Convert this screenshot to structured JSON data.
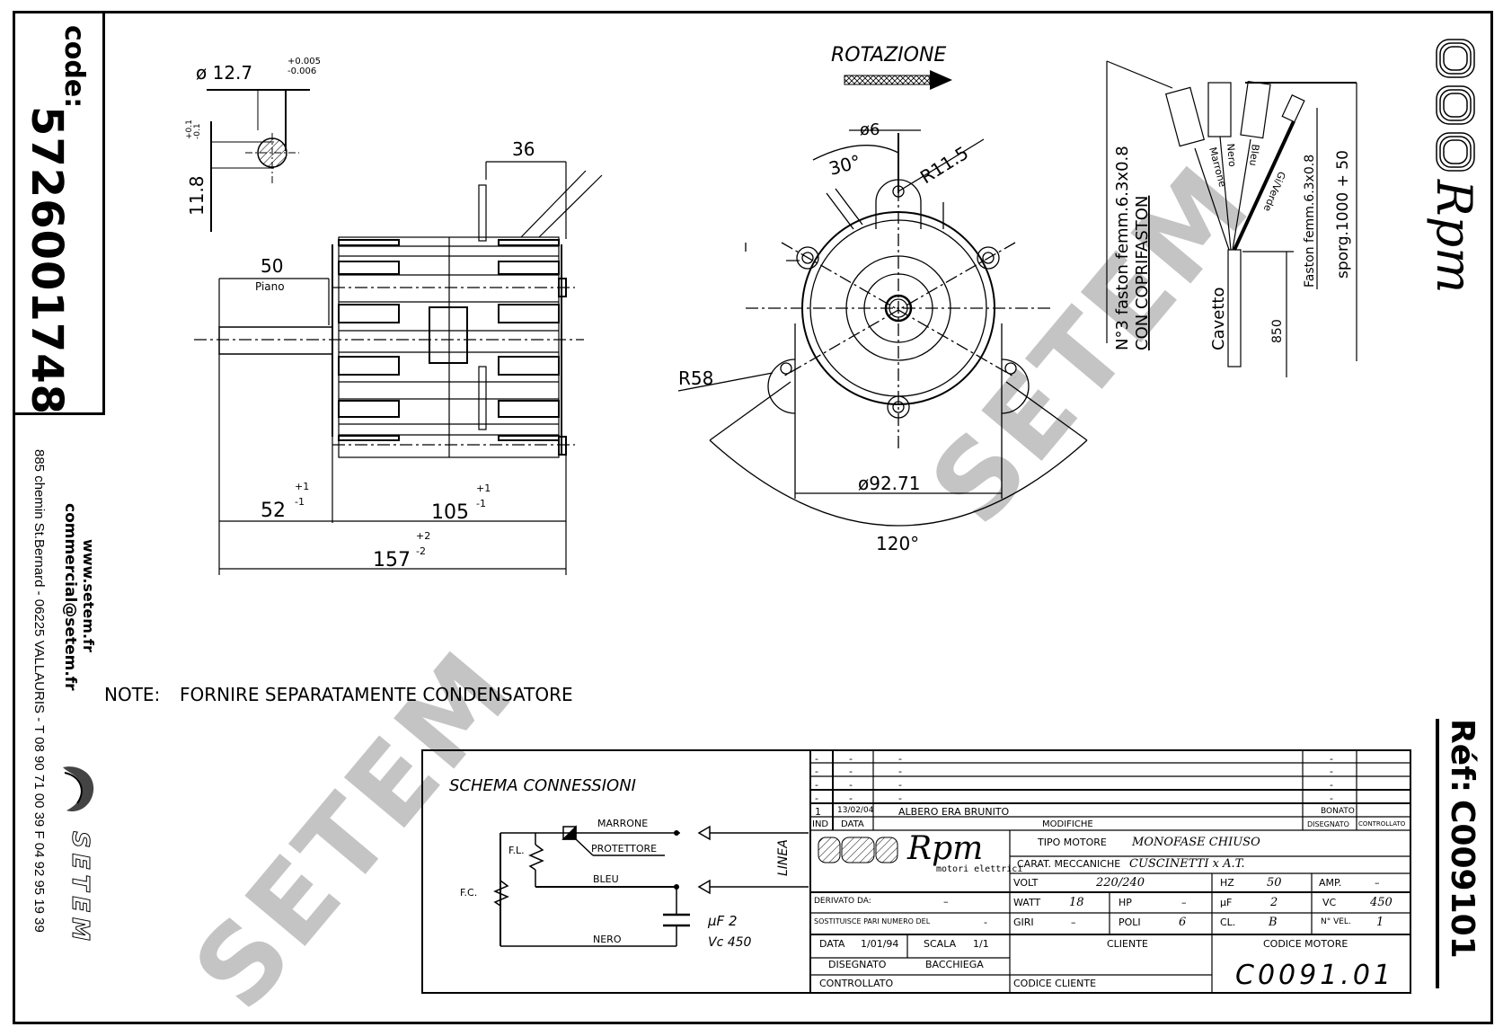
{
  "sidebar_left": {
    "code_label": "code:",
    "code_value": "5726001748",
    "website": "www.setem.fr",
    "email": "commercial@setem.fr",
    "address": "885 chemin St.Bernard  -  06225 VALLAURIS  -  T 08 90 71 00 39  F 04 92 95 19 39",
    "company_logo_text": "SETEM"
  },
  "sidebar_right": {
    "brand": "Rpm",
    "ref_label": "Réf:",
    "ref_value": "C009101"
  },
  "watermark": "SETEM",
  "shaft_detail": {
    "diameter": "ø 12.7",
    "diameter_tol_plus": "+0.005",
    "diameter_tol_minus": "-0.006",
    "flat": "11.8",
    "flat_tol_plus": "+0.1",
    "flat_tol_minus": "-0.1"
  },
  "side_view": {
    "dim_36": "36",
    "dim_50": "50",
    "piano": "Piano",
    "dim_52": "52",
    "dim_52_tol_plus": "+1",
    "dim_52_tol_minus": "-1",
    "dim_105": "105",
    "dim_105_tol_plus": "+1",
    "dim_105_tol_minus": "-1",
    "dim_157": "157",
    "dim_157_tol_plus": "+2",
    "dim_157_tol_minus": "-2"
  },
  "front_view": {
    "rotation_label": "ROTAZIONE",
    "hole_diameter": "ø6",
    "angle_30": "30°",
    "radius_11_5": "R11.5",
    "radius_58": "R58",
    "diameter_92_71": "ø92.71",
    "angle_120": "120°"
  },
  "wiring": {
    "faston_note": "N°3 faston femm.6.3x0.8",
    "faston_cover": "CON COPRIFASTON",
    "wire_marrone": "Marrone",
    "wire_nero": "Nero",
    "wire_bleu": "Bleu",
    "wire_gv": "Gi/Verde",
    "cable": "Cavetto",
    "len_850": "850",
    "faston_ground": "Faston femm.6.3x0.8",
    "sporg": "sporg.1000 + 50"
  },
  "note": {
    "label": "NOTE:",
    "text": "FORNIRE SEPARATAMENTE CONDENSATORE"
  },
  "schema": {
    "title": "SCHEMA CONNESSIONI",
    "marrone": "MARRONE",
    "protector": "PROTETTORE",
    "bleu": "BLEU",
    "nero": "NERO",
    "fl": "F.L.",
    "fc": "F.C.",
    "linea": "LINEA",
    "uf": "µF 2",
    "vc": "Vc 450"
  },
  "revisions": {
    "rows": [
      {
        "ind": "-",
        "data": "-",
        "modifiche": "-",
        "disegnato": "-",
        "controllato": ""
      },
      {
        "ind": "-",
        "data": "-",
        "modifiche": "-",
        "disegnato": "-",
        "controllato": ""
      },
      {
        "ind": "-",
        "data": "-",
        "modifiche": "-",
        "disegnato": "-",
        "controllato": ""
      },
      {
        "ind": "-",
        "data": "-",
        "modifiche": "-",
        "disegnato": "-",
        "controllato": ""
      },
      {
        "ind": "1",
        "data": "13/02/04",
        "modifiche": "ALBERO ERA BRUNITO",
        "disegnato": "BONATO",
        "controllato": ""
      }
    ],
    "headers": {
      "ind": "IND",
      "data": "DATA",
      "modifiche": "MODIFICHE",
      "disegnato": "DISEGNATO",
      "controllato": "CONTROLLATO"
    }
  },
  "title_block": {
    "brand": "Rpm",
    "brand_sub": "motori elettrici",
    "tipo_motore_label": "TIPO MOTORE",
    "tipo_motore": "MONOFASE CHIUSO",
    "carat_label": "CARAT. MECCANICHE",
    "carat": "CUSCINETTI  x A.T.",
    "volt_label": "VOLT",
    "volt": "220/240",
    "hz_label": "HZ",
    "hz": "50",
    "amp_label": "AMP.",
    "amp": "–",
    "watt_label": "WATT",
    "watt": "18",
    "hp_label": "HP",
    "hp": "–",
    "uf_label": "µF",
    "uf": "2",
    "vc_label": "VC",
    "vc": "450",
    "giri_label": "GIRI",
    "giri": "–",
    "poli_label": "POLI",
    "poli": "6",
    "cl_label": "CL.",
    "cl": "B",
    "nvel_label": "N° VEL.",
    "nvel": "1",
    "derivato_label": "DERIVATO DA:",
    "derivato": "–",
    "sostituisce_label": "SOSTITUISCE PARI NUMERO DEL",
    "sostituisce": "-",
    "data_label": "DATA",
    "data": "1/01/94",
    "scala_label": "SCALA",
    "scala": "1/1",
    "disegnato_label": "DISEGNATO",
    "disegnato": "BACCHIEGA",
    "controllato_label": "CONTROLLATO",
    "cliente_label": "CLIENTE",
    "codice_cliente_label": "CODICE CLIENTE",
    "codice_motore_label": "CODICE MOTORE",
    "codice_motore": "C0091.01"
  }
}
